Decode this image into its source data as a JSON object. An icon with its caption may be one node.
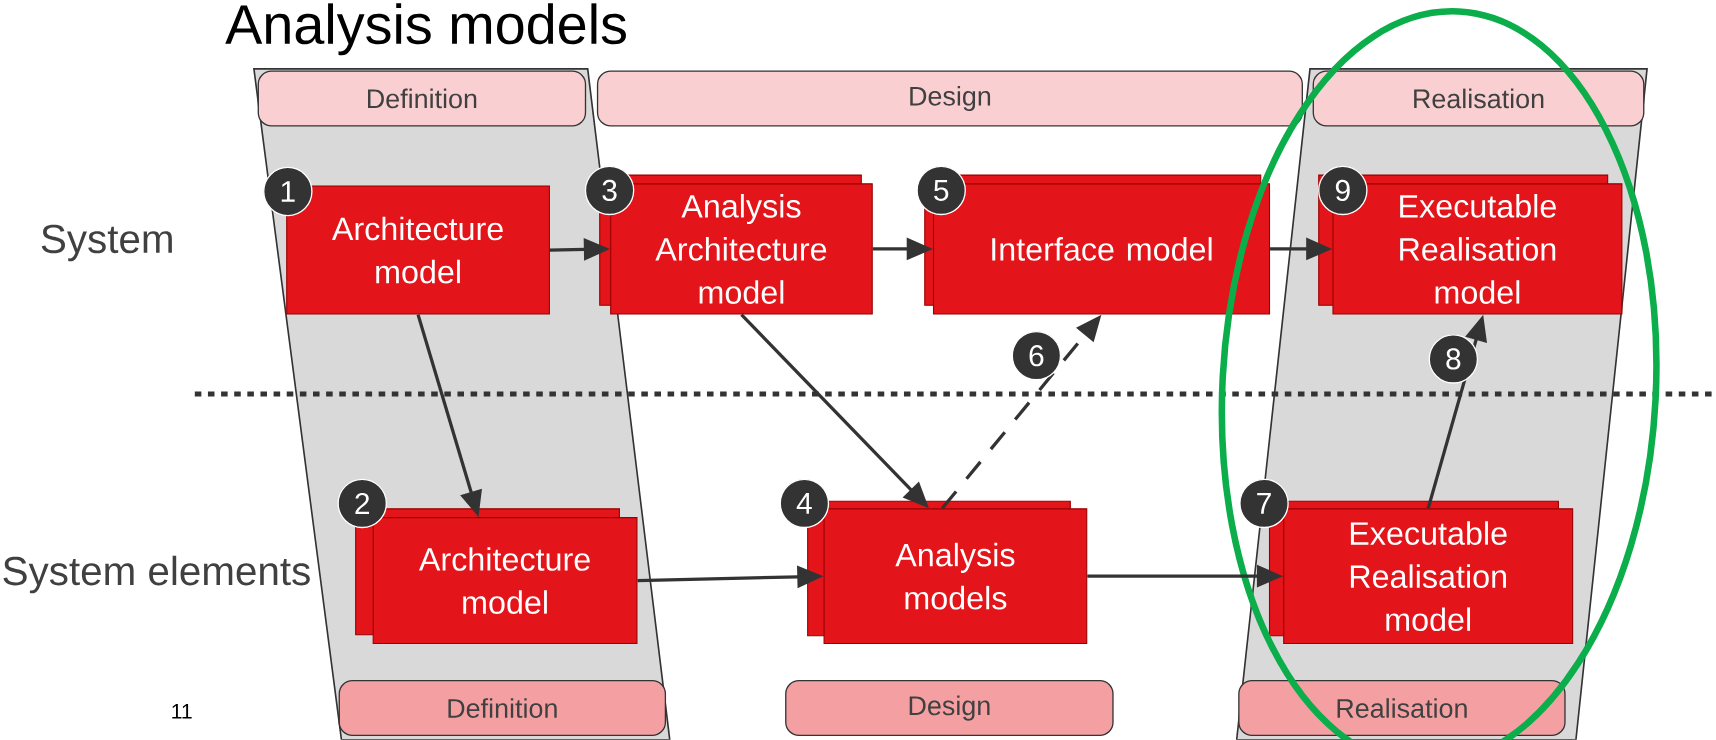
{
  "diagram": {
    "title": "Analysis models",
    "nodes": [
      {
        "text": [
          "Definition"
        ]
      },
      {
        "text": [
          "Design"
        ]
      },
      {
        "text": [
          "Realisation"
        ]
      },
      {
        "text": [
          "1",
          "Architecture model"
        ]
      },
      {
        "text": [
          "3",
          "Analysis Architecture model"
        ]
      },
      {
        "text": [
          "5",
          "Interface model"
        ]
      },
      {
        "text": [
          "9",
          "Executable Realisation model"
        ]
      },
      {
        "text": [
          "2",
          "Architecture model"
        ]
      },
      {
        "text": [
          "4",
          "Analysis models"
        ]
      },
      {
        "text": [
          "7",
          "Executable Realisation model"
        ]
      },
      {
        "text": [
          "Definition"
        ]
      },
      {
        "text": [
          "Design"
        ]
      },
      {
        "text": [
          "Realisation"
        ]
      }
    ],
    "edges": [
      {
        "from": 3,
        "to": 4,
        "arrow": "to"
      },
      {
        "from": 4,
        "to": 5,
        "arrow": "to"
      },
      {
        "from": 5,
        "to": 6,
        "arrow": "to"
      },
      {
        "from": 3,
        "to": 7,
        "arrow": "to"
      },
      {
        "from": 4,
        "to": 8,
        "arrow": "to"
      },
      {
        "from": 8,
        "to": 5,
        "arrow": "to",
        "style": "dashed",
        "label": "6"
      },
      {
        "from": 7,
        "to": 8,
        "arrow": "to"
      },
      {
        "from": 8,
        "to": 9,
        "arrow": "to"
      },
      {
        "from": 9,
        "to": 6,
        "arrow": "to",
        "label": "8"
      }
    ],
    "labels": [
      "System",
      "System elements",
      "11"
    ]
  }
}
